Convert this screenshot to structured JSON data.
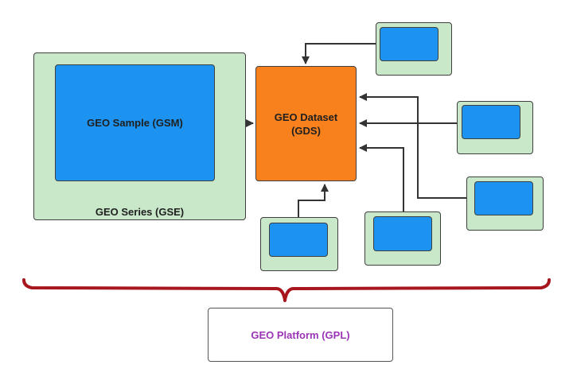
{
  "diagram": {
    "series": {
      "label": "GEO Series (GSE)"
    },
    "sample": {
      "label": "GEO Sample (GSM)"
    },
    "dataset": {
      "label_line1": "GEO Dataset",
      "label_line2": "(GDS)"
    },
    "platform": {
      "label": "GEO Platform (GPL)"
    },
    "colors": {
      "container_green": "#c9e7c9",
      "sample_blue": "#1d93f1",
      "dataset_orange": "#f8801d",
      "bracket_red": "#a8161e",
      "platform_text_purple": "#9a35b6",
      "connector": "#333333"
    }
  }
}
